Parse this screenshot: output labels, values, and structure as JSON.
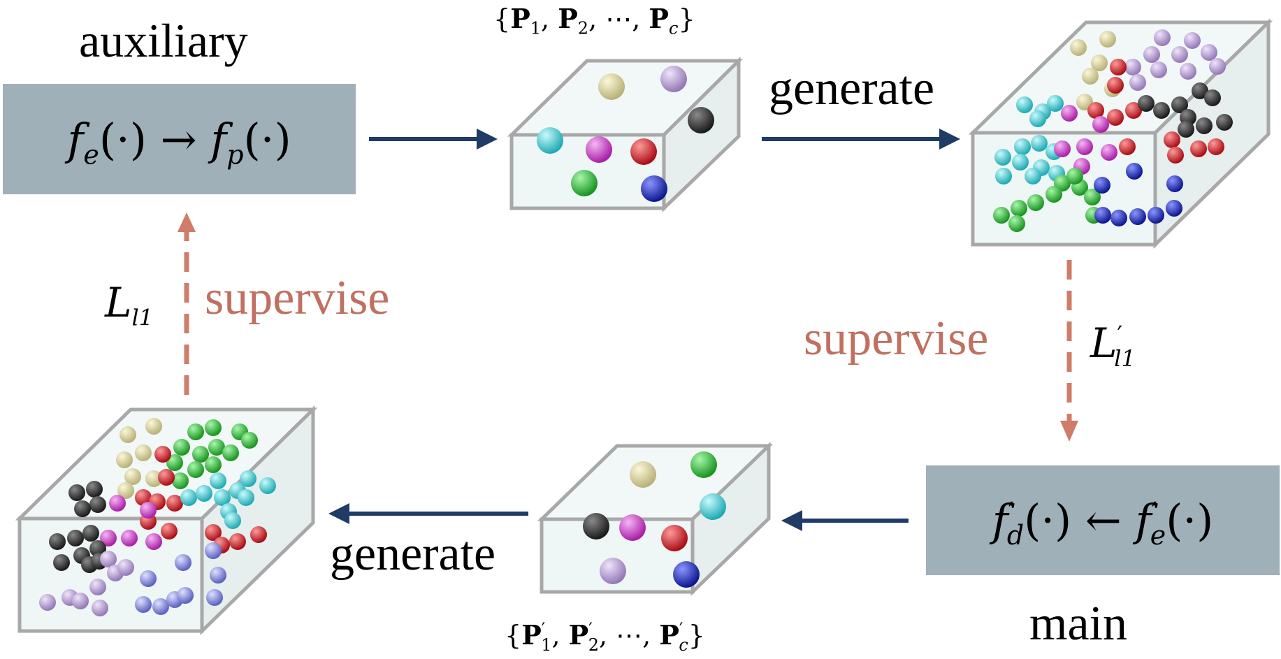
{
  "labels": {
    "auxiliary": "auxiliary",
    "main": "main",
    "generate_top": "generate",
    "generate_bottom": "generate",
    "supervise_left": "supervise",
    "supervise_right": "supervise"
  },
  "math": {
    "aux_box": "fe(·) → fp(·)",
    "main_box": "f′d(·) ← f′e(·)",
    "loss_left": "Ll1",
    "loss_right": "L′l1",
    "proto_top": "{P1, P2, ⋯, Pc}",
    "proto_bottom": "{P′1, P′2, ⋯, P′c}"
  },
  "colors": {
    "box_fill": "#9fb0b8",
    "solid_arrow": "#1f3b66",
    "dashed_arrow": "#cf7c68",
    "supervise_text": "#c07060",
    "cube_face": "#eef6f6",
    "cube_edge": "#a8a8a8",
    "ball_yellow": "#d8d39a",
    "ball_lilac": "#b89fd6",
    "ball_dark": "#3c3c3c",
    "ball_cyan": "#3fd4dc",
    "ball_magenta": "#d93fd6",
    "ball_red": "#d8202a",
    "ball_green": "#30c43a",
    "ball_blue": "#2030c8",
    "ball_periwinkle": "#7f86e0"
  }
}
